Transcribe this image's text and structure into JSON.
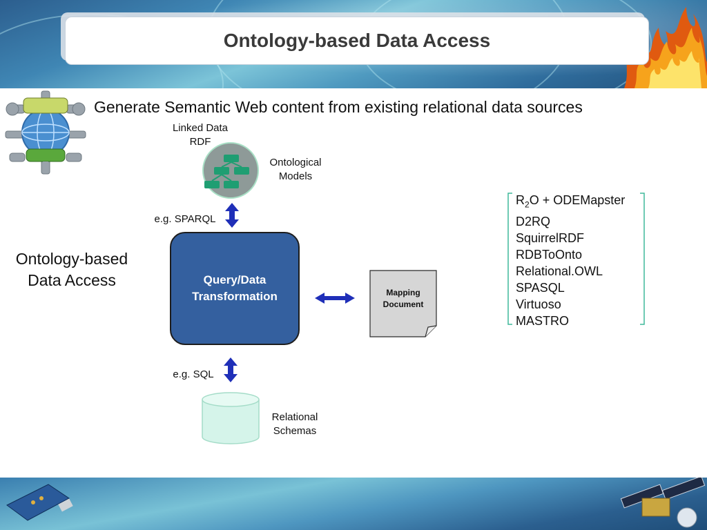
{
  "slide": {
    "title": "Ontology-based Data Access",
    "subtitle": "Generate Semantic Web content from existing relational data sources"
  },
  "logo": {
    "alt": "Semantic Grid logo",
    "icon": "globe-gear-logo-icon"
  },
  "diagram": {
    "top_label_line1": "Linked Data",
    "top_label_line2": "RDF",
    "ontological_models_line1": "Ontological",
    "ontological_models_line2": "Models",
    "sparql_label": "e.g. SPARQL",
    "side_title_line1": "Ontology-based",
    "side_title_line2": "Data Access",
    "query_line1": "Query/Data",
    "query_line2": "Transformation",
    "mapping_line1": "Mapping",
    "mapping_line2": "Document",
    "sql_label": "e.g. SQL",
    "relational_line1": "Relational",
    "relational_line2": "Schemas"
  },
  "tools": {
    "first_R": "R",
    "first_sub": "2",
    "first_rest": "O + ODEMapster",
    "items": [
      "D2RQ",
      "SquirrelRDF",
      "RDBToOnto",
      "Relational.OWL",
      "SPASQL",
      "Virtuoso",
      "MASTRO"
    ]
  },
  "colors": {
    "query_box": "#34609f",
    "arrow": "#1f2fb8",
    "ontology_circle": "#8e9a98",
    "ontology_node": "#1f9e72",
    "cylinder": "#d5f4ea",
    "bracket": "#3fb89a"
  }
}
